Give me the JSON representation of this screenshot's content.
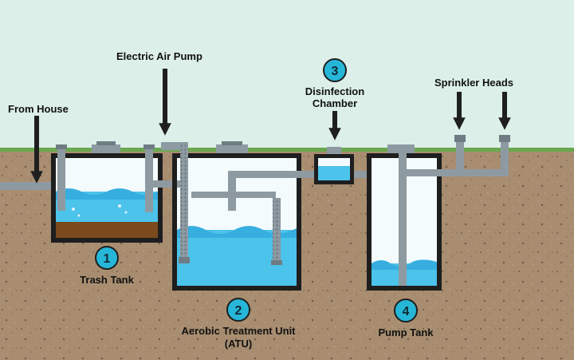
{
  "labels": {
    "from_house": "From House",
    "electric_air_pump": "Electric Air Pump",
    "disinfection_line1": "Disinfection",
    "disinfection_line2": "Chamber",
    "sprinkler_heads": "Sprinkler Heads",
    "trash_tank": "Trash Tank",
    "atu_line1": "Aerobic Treatment Unit",
    "atu_line2": "(ATU)",
    "pump_tank": "Pump Tank"
  },
  "badges": {
    "trash_tank": "1",
    "atu": "2",
    "disinfection": "3",
    "pump_tank": "4"
  },
  "colors": {
    "sky": "#dcefe9",
    "grass": "#6aa84f",
    "soil": "#a88d70",
    "water": "#4cc3ea",
    "sludge": "#7a4a1c",
    "pipe": "#8e9aa1",
    "badge": "#26b6d8",
    "arrow": "#1f1f1f"
  }
}
